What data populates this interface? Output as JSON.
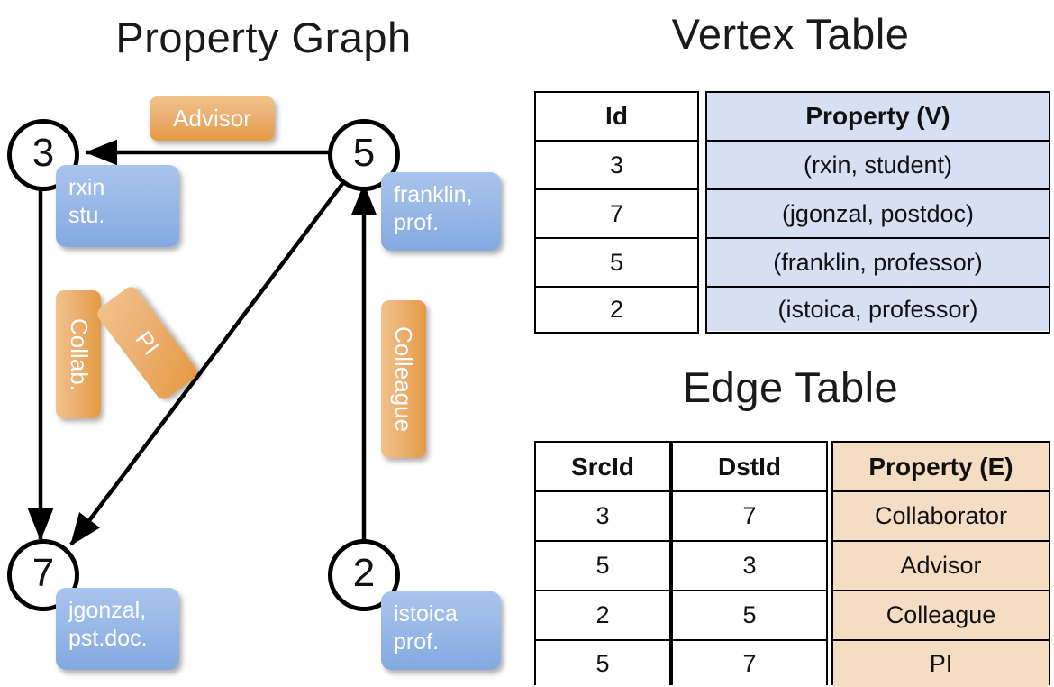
{
  "titles": {
    "property_graph": "Property Graph",
    "vertex_table": "Vertex Table",
    "edge_table": "Edge Table"
  },
  "graph": {
    "nodes": [
      {
        "id": "3",
        "label": "3",
        "property_lines": [
          "rxin",
          "stu."
        ]
      },
      {
        "id": "5",
        "label": "5",
        "property_lines": [
          "franklin,",
          "prof."
        ]
      },
      {
        "id": "7",
        "label": "7",
        "property_lines": [
          "jgonzal,",
          "pst.doc."
        ]
      },
      {
        "id": "2",
        "label": "2",
        "property_lines": [
          "istoica",
          "prof."
        ]
      }
    ],
    "edge_labels": [
      {
        "name": "advisor",
        "text": "Advisor"
      },
      {
        "name": "collab",
        "text": "Collab."
      },
      {
        "name": "pi",
        "text": "PI"
      },
      {
        "name": "colleague",
        "text": "Colleague"
      }
    ],
    "edges": [
      {
        "from": "5",
        "to": "3",
        "label": "Advisor"
      },
      {
        "from": "3",
        "to": "7",
        "label": "Collab."
      },
      {
        "from": "5",
        "to": "7",
        "label": "PI"
      },
      {
        "from": "2",
        "to": "5",
        "label": "Colleague"
      }
    ]
  },
  "vertex_table": {
    "headers": [
      "Id",
      "Property (V)"
    ],
    "rows": [
      {
        "id": "3",
        "property": "(rxin, student)"
      },
      {
        "id": "7",
        "property": "(jgonzal, postdoc)"
      },
      {
        "id": "5",
        "property": "(franklin, professor)"
      },
      {
        "id": "2",
        "property": "(istoica, professor)"
      }
    ]
  },
  "edge_table": {
    "headers": [
      "SrcId",
      "DstId",
      "Property (E)"
    ],
    "rows": [
      {
        "src": "3",
        "dst": "7",
        "property": "Collaborator"
      },
      {
        "src": "5",
        "dst": "3",
        "property": "Advisor"
      },
      {
        "src": "2",
        "dst": "5",
        "property": "Colleague"
      },
      {
        "src": "5",
        "dst": "7",
        "property": "PI"
      }
    ]
  },
  "colors": {
    "vertex_fill": "#d6e0f2",
    "edge_fill": "#f5ddc3",
    "node_box_blue": "#9dbce8",
    "edge_label_orange": "#e9a css",
    "edge_label_orange_hex": "#e9a css"
  }
}
